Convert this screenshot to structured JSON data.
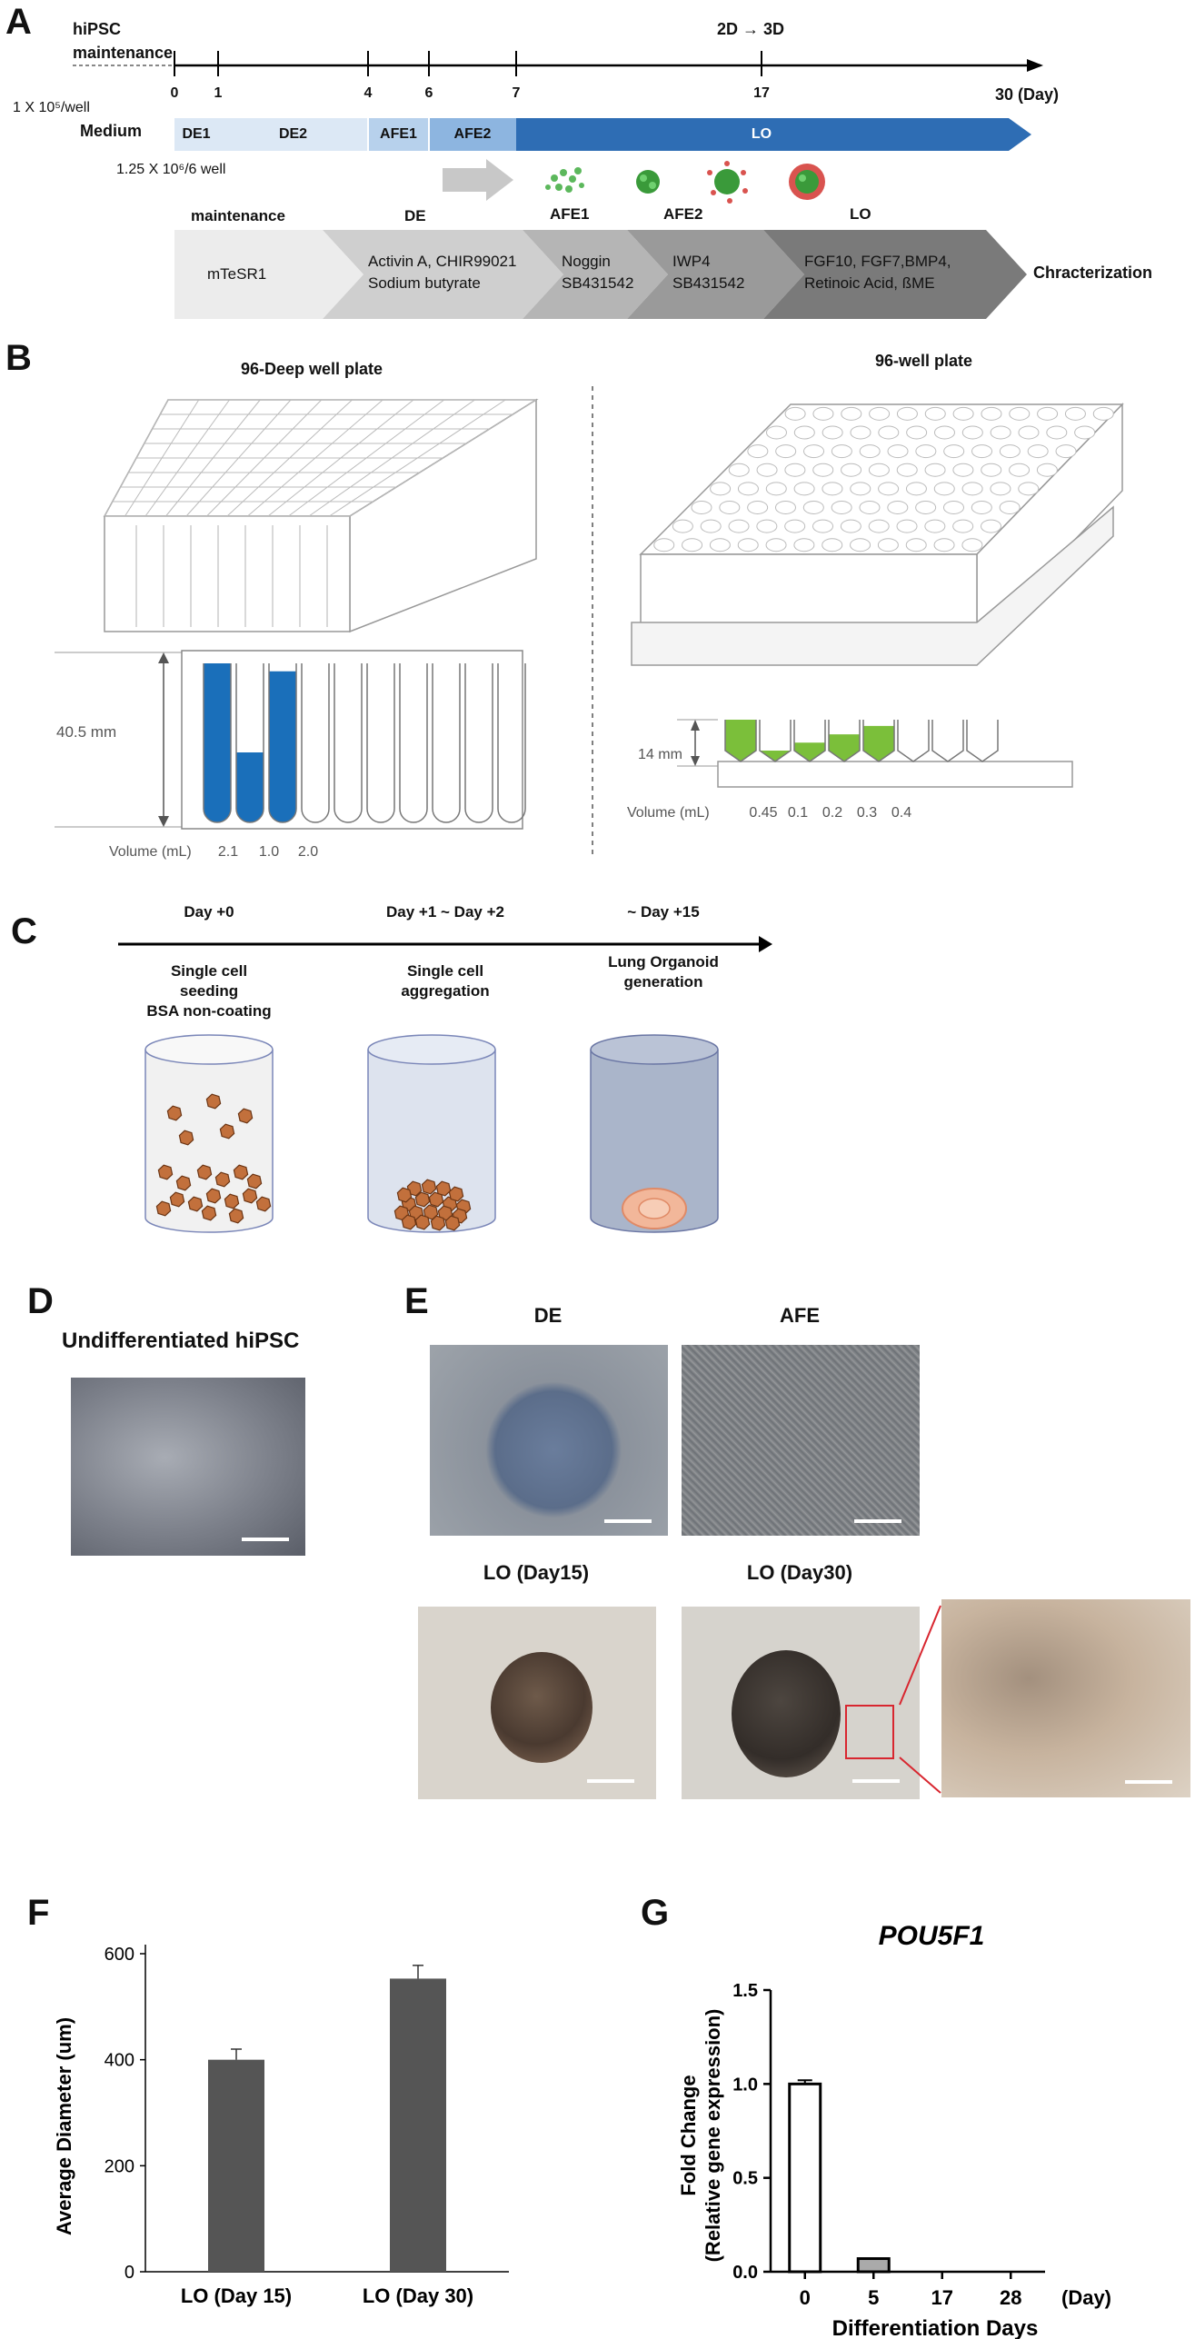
{
  "panels": {
    "A": "A",
    "B": "B",
    "C": "C",
    "D": "D",
    "E": "E",
    "F": "F",
    "G": "G"
  },
  "panelA": {
    "hipsc_line1": "hiPSC",
    "hipsc_line2": "maintenance",
    "two_d_three_d": "2D → 3D",
    "day_ticks": [
      "0",
      "1",
      "4",
      "6",
      "7",
      "17"
    ],
    "end_label": "30  (Day)",
    "density1": "1 X 10⁵/well",
    "density2": "1.25 X 10⁶/6 well",
    "medium_label": "Medium",
    "stages": [
      "DE1",
      "DE2",
      "AFE1",
      "AFE2",
      "LO"
    ],
    "stage_row2": {
      "AFE1": "AFE1",
      "AFE2": "AFE2",
      "LO": "LO"
    },
    "flow_headers": {
      "maintenance": "maintenance",
      "DE": "DE"
    },
    "flow_cells": [
      "mTeSR1",
      "Activin A, CHIR99021\nSodium butyrate",
      "Noggin\nSB431542",
      "IWP4\nSB431542",
      "FGF10, FGF7,BMP4,\nRetinoic Acid, ßME"
    ],
    "characterization": "Chracterization",
    "colors": {
      "light_blue": "#dce8f5",
      "mid_blue": "#a9c7e6",
      "dark_blue": "#2e6db4",
      "green": "#5cb85c",
      "red": "#d9534f"
    }
  },
  "panelB": {
    "left_title": "96-Deep well  plate",
    "right_title": "96-well plate",
    "left_height": "40.5 mm",
    "right_height": "14 mm",
    "volume_label": "Volume (mL)",
    "left_volumes": [
      "2.1",
      "1.0",
      "2.0"
    ],
    "right_volumes": [
      "0.45",
      "0.1",
      "0.2",
      "0.3",
      "0.4"
    ],
    "fill_left": [
      1.0,
      0.44,
      0.95
    ],
    "fill_right": [
      1.0,
      0.25,
      0.45,
      0.65,
      0.85
    ],
    "colors": {
      "blue": "#1a6fba",
      "green": "#7bbf3a"
    }
  },
  "panelC": {
    "steps": [
      {
        "day": "Day +0",
        "line1": "Single cell",
        "line2": "seeding",
        "line3": "BSA non-coating"
      },
      {
        "day": "Day +1 ~ Day +2",
        "line1": "Single cell",
        "line2": "aggregation",
        "line3": ""
      },
      {
        "day": "~ Day +15",
        "line1": "Lung Organoid",
        "line2": "generation",
        "line3": ""
      }
    ]
  },
  "panelD": {
    "title": "Undifferentiated hiPSC"
  },
  "panelE": {
    "titles": [
      "DE",
      "AFE",
      "LO (Day15)",
      "LO (Day30)"
    ]
  },
  "chart_data": [
    {
      "type": "bar",
      "categories": [
        "LO (Day 15)",
        "LO (Day 30)"
      ],
      "values": [
        400,
        553
      ],
      "errors": [
        20,
        25
      ],
      "ylabel": "Average Diameter (um)",
      "ylim": [
        0,
        600
      ],
      "yticks": [
        "0",
        "200",
        "400",
        "600"
      ],
      "color": "#555555"
    },
    {
      "type": "bar",
      "title": "POU5F1",
      "categories": [
        "0",
        "5",
        "17",
        "28"
      ],
      "values": [
        1.0,
        0.07,
        0.0,
        0.0
      ],
      "errors": [
        0.02,
        0.0,
        0.0,
        0.0
      ],
      "unit_suffix": "(Day)",
      "xlabel": "Differentiation  Days",
      "ylabel_line1": "Fold Change",
      "ylabel_line2": "(Relative gene expression)",
      "ylim": [
        0,
        1.5
      ],
      "yticks": [
        "0.0",
        "0.5",
        "1.0",
        "1.5"
      ],
      "bar_fills": [
        "#ffffff",
        "#aaaaaa",
        "#ffffff",
        "#ffffff"
      ]
    }
  ]
}
